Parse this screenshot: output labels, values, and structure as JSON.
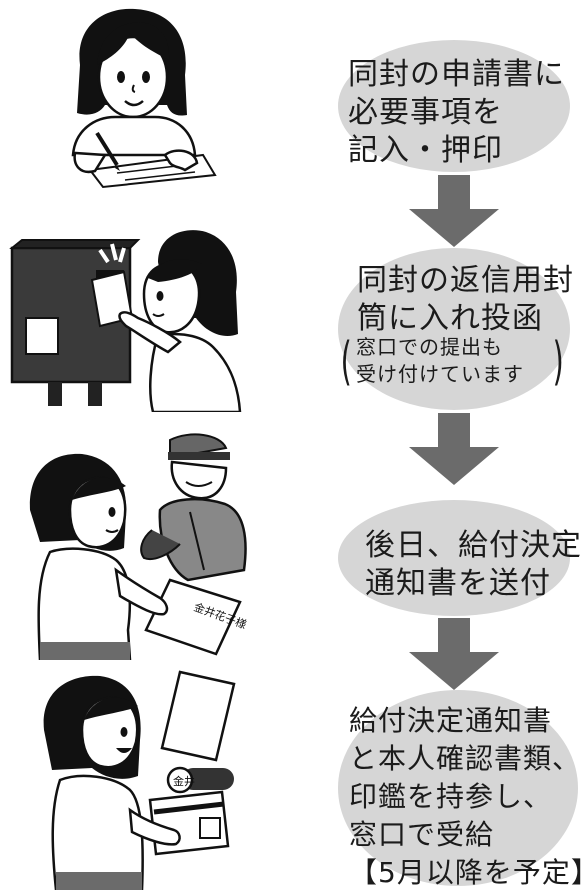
{
  "steps": [
    {
      "text": "同封の申請書に\n必要事項を\n記入・押印",
      "illustration": "woman-writing-form"
    },
    {
      "text": "同封の返信用封\n筒に入れ投函",
      "note_open": "(",
      "note": "窓口での提出も\n受け付けています",
      "note_close": ")",
      "illustration": "woman-posting-letter"
    },
    {
      "text": "後日、給付決定\n通知書を送付",
      "illustration": "mail-carrier-delivering"
    },
    {
      "text": "給付決定通知書\nと本人確認書類、\n印鑑を持参し、\n窓口で受給\n【5月以降を予定】",
      "illustration": "woman-with-notice-seal-and-card"
    }
  ],
  "envelope_name_label": "金井花子様",
  "seal_label": "金井",
  "colors": {
    "bubble": "#d6d6d6",
    "arrow": "#6b6b6b",
    "text": "#1b1b1b",
    "line": "#1a1a1a",
    "hair": "#111111",
    "skin": "#ffffff"
  }
}
